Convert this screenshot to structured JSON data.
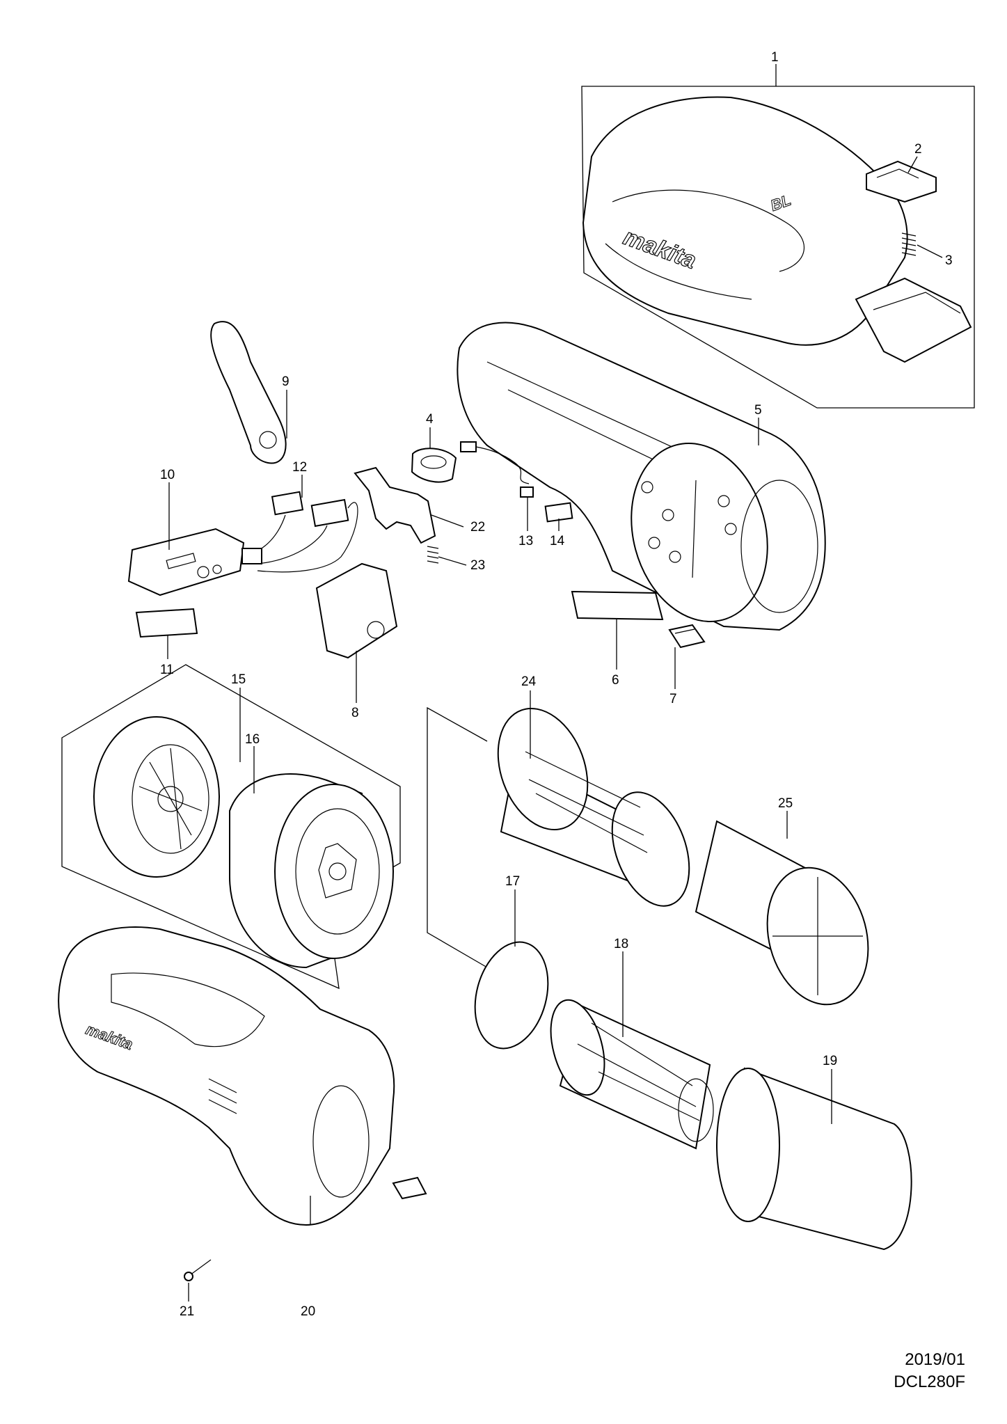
{
  "brand_text": "makita",
  "model_badge_text": "BL",
  "parts": [
    {
      "num": "1"
    },
    {
      "num": "2"
    },
    {
      "num": "3"
    },
    {
      "num": "4"
    },
    {
      "num": "5"
    },
    {
      "num": "6"
    },
    {
      "num": "7"
    },
    {
      "num": "8"
    },
    {
      "num": "9"
    },
    {
      "num": "10"
    },
    {
      "num": "11"
    },
    {
      "num": "12"
    },
    {
      "num": "13"
    },
    {
      "num": "14"
    },
    {
      "num": "15"
    },
    {
      "num": "16"
    },
    {
      "num": "17"
    },
    {
      "num": "18"
    },
    {
      "num": "19"
    },
    {
      "num": "20"
    },
    {
      "num": "21"
    },
    {
      "num": "22"
    },
    {
      "num": "23"
    },
    {
      "num": "24"
    },
    {
      "num": "25"
    }
  ],
  "footer": {
    "date": "2019/01",
    "model": "DCL280F"
  }
}
